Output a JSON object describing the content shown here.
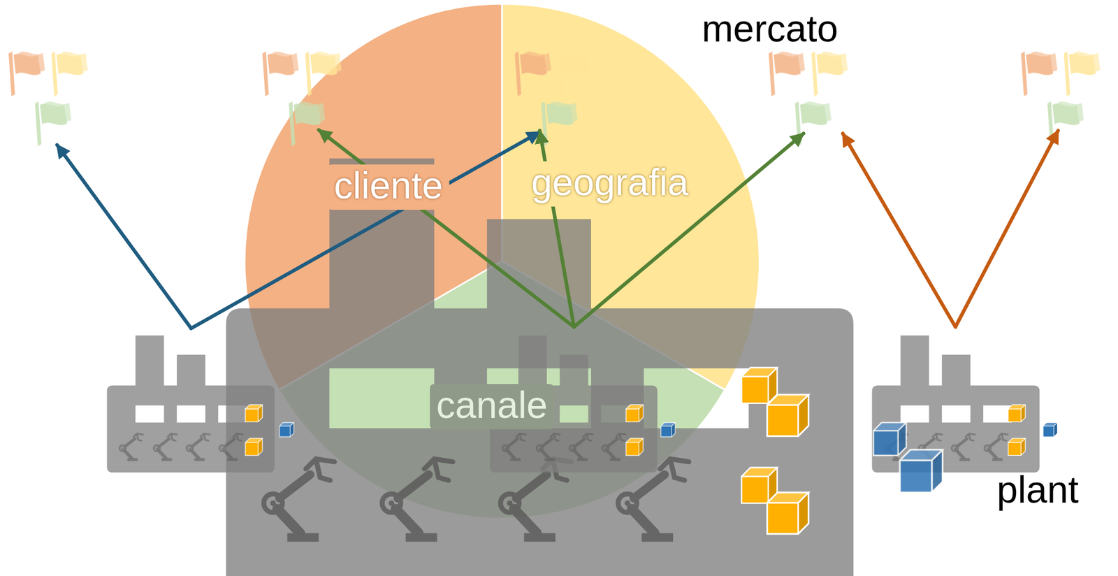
{
  "diagram": {
    "nodes": [
      {
        "text": [
          "cliente"
        ]
      },
      {
        "text": [
          "geografia"
        ]
      },
      {
        "text": [
          "canale"
        ]
      }
    ],
    "labels": [
      "mercato",
      "plant"
    ]
  }
}
